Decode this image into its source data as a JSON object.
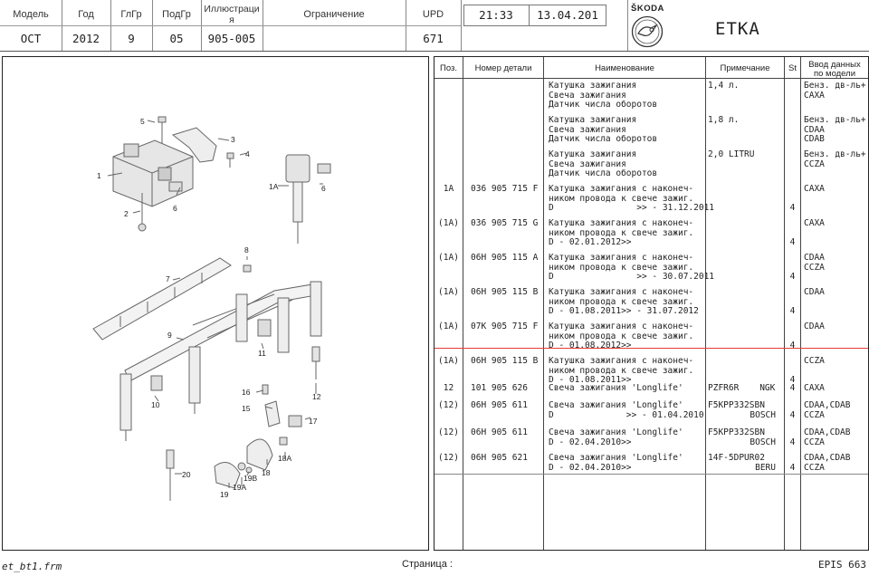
{
  "header": {
    "model_label": "Модель",
    "model_value": "OCT",
    "year_label": "Год",
    "year_value": "2012",
    "maingroup_label": "ГлГр",
    "maingroup_value": "9",
    "subgroup_label": "ПодГр",
    "subgroup_value": "05",
    "illus_label_1": "Иллюстраци",
    "illus_label_2": "я",
    "illus_value": "905-005",
    "restriction_label": "Ограничение",
    "restriction_value": "",
    "upd_label": "UPD",
    "upd_value": "671",
    "time": "21:33",
    "date": "13.04.201",
    "brand": "ŠKODA",
    "app_name": "ETKA"
  },
  "diagram_labels": [
    "1",
    "2",
    "3",
    "4",
    "5",
    "6",
    "1A",
    "6",
    "7",
    "8",
    "9",
    "10",
    "11",
    "12",
    "16",
    "15",
    "17",
    "18",
    "18A",
    "19",
    "19A",
    "19B",
    "20"
  ],
  "table": {
    "columns": [
      "Поз.",
      "Номер детали",
      "Наименование",
      "Примечание",
      "St",
      "Ввод данных",
      "по модели"
    ],
    "rows": [
      {
        "pos": "",
        "part": "",
        "name": [
          "Катушка зажигания",
          "Свеча зажигания",
          "Датчик числа оборотов"
        ],
        "note": "1,4 л.",
        "note2": "",
        "st": "",
        "model": [
          "Бенз. дв-ль+",
          "CAXA"
        ]
      },
      {
        "pos": "",
        "part": "",
        "name": [
          "Катушка зажигания",
          "Свеча зажигания",
          "Датчик числа оборотов"
        ],
        "note": "1,8 л.",
        "note2": "",
        "st": "",
        "model": [
          "Бенз. дв-ль+",
          "CDAA",
          "CDAB"
        ]
      },
      {
        "pos": "",
        "part": "",
        "name": [
          "Катушка зажигания",
          "Свеча зажигания",
          "Датчик числа оборотов"
        ],
        "note": "2,0 LITRU",
        "note2": "",
        "st": "",
        "model": [
          "Бенз. дв-ль+",
          "CCZA"
        ]
      },
      {
        "pos": "1A",
        "part": "036 905 715 F",
        "name": [
          "Катушка зажигания с наконеч-",
          "ником провода к свече зажиг.",
          "D                >> - 31.12.2011"
        ],
        "note": "",
        "note2": "",
        "st": "4",
        "model": [
          "CAXA"
        ]
      },
      {
        "pos": "(1A)",
        "part": "036 905 715 G",
        "name": [
          "Катушка зажигания с наконеч-",
          "ником провода к свече зажиг.",
          "D - 02.01.2012>>"
        ],
        "note": "",
        "note2": "",
        "st": "4",
        "model": [
          "CAXA"
        ]
      },
      {
        "pos": "(1A)",
        "part": "06H 905 115 A",
        "name": [
          "Катушка зажигания с наконеч-",
          "ником провода к свече зажиг.",
          "D                >> - 30.07.2011"
        ],
        "note": "",
        "note2": "",
        "st": "4",
        "model": [
          "CDAA",
          "CCZA"
        ]
      },
      {
        "pos": "(1A)",
        "part": "06H 905 115 B",
        "name": [
          "Катушка зажигания с наконеч-",
          "ником провода к свече зажиг.",
          "D - 01.08.2011>> - 31.07.2012"
        ],
        "note": "",
        "note2": "",
        "st": "4",
        "model": [
          "CDAA"
        ]
      },
      {
        "pos": "(1A)",
        "part": "07K 905 715 F",
        "name": [
          "Катушка зажигания с наконеч-",
          "ником провода к свече зажиг.",
          "D - 01.08.2012>>"
        ],
        "note": "",
        "note2": "",
        "st": "4",
        "model": [
          "CDAA"
        ]
      },
      {
        "pos": "(1A)",
        "part": "06H 905 115 B",
        "name": [
          "Катушка зажигания с наконеч-",
          "ником провода к свече зажиг.",
          "D - 01.08.2011>>"
        ],
        "note": "",
        "note2": "",
        "st": "4",
        "model": [
          "CCZA"
        ]
      },
      {
        "pos": "12",
        "part": "101 905 626",
        "name": [
          "Свеча зажигания 'Longlife'"
        ],
        "note": "PZFR6R    NGK",
        "note2": "",
        "st": "4",
        "model": [
          "CAXA"
        ]
      },
      {
        "pos": "(12)",
        "part": "06H 905 611",
        "name": [
          "Свеча зажигания 'Longlife'",
          "D              >> - 01.04.2010"
        ],
        "note": "F5KPP332SBN",
        "note2": "BOSCH",
        "st": "4",
        "model": [
          "CDAA,CDAB",
          "CCZA"
        ]
      },
      {
        "pos": "(12)",
        "part": "06H 905 611",
        "name": [
          "Свеча зажигания 'Longlife'",
          "D - 02.04.2010>>"
        ],
        "note": "F5KPP332SBN",
        "note2": "BOSCH",
        "st": "4",
        "model": [
          "CDAA,CDAB",
          "CCZA"
        ]
      },
      {
        "pos": "(12)",
        "part": "06H 905 621",
        "name": [
          "Свеча зажигания 'Longlife'",
          "D - 02.04.2010>>"
        ],
        "note": "14F-5DPUR02",
        "note2": "BERU",
        "st": "4",
        "model": [
          "CDAA,CDAB",
          "CCZA"
        ]
      }
    ]
  },
  "footer": {
    "form_name": "et_bt1.frm",
    "page_label": "Страница  :",
    "version": "EPIS 663"
  },
  "colors": {
    "selection_line": "#e33b3b",
    "panel_border": "#222222"
  }
}
